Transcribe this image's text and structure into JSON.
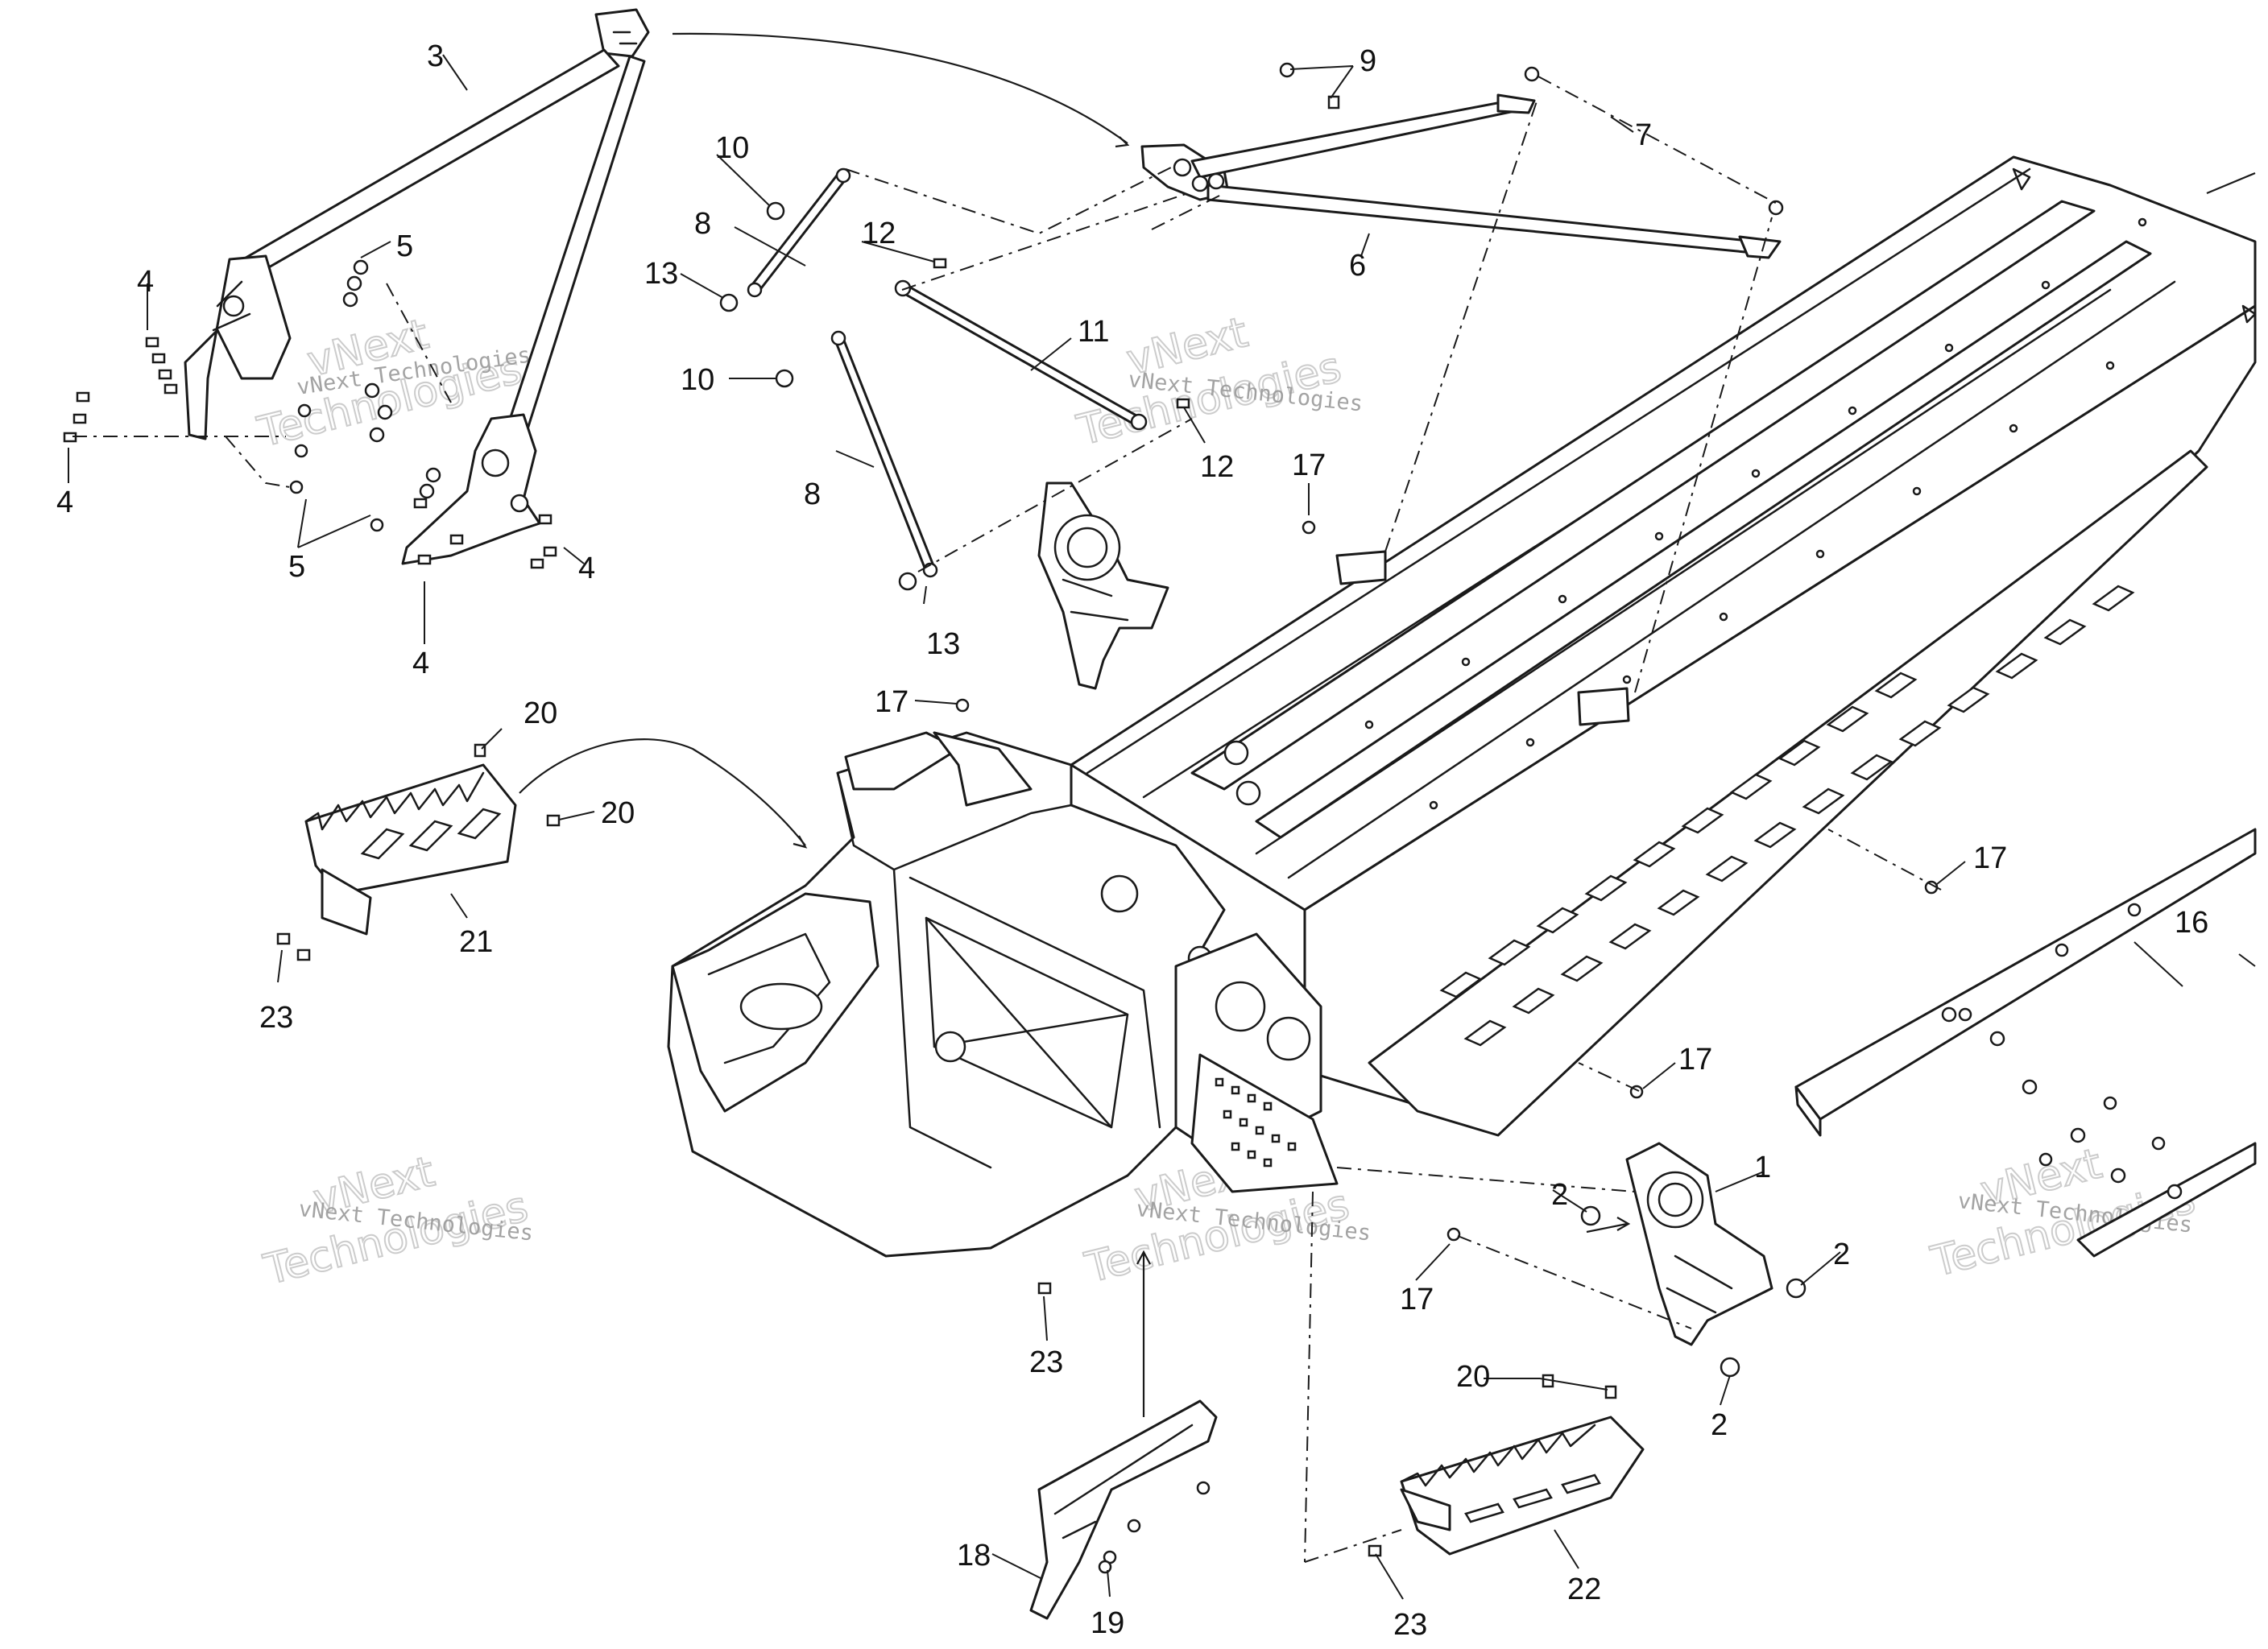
{
  "watermark": {
    "line1": "vNext",
    "line2": "Technologies",
    "combined": "vNext Technologies"
  },
  "callouts": [
    {
      "id": "c1",
      "label": "1"
    },
    {
      "id": "c2a",
      "label": "2"
    },
    {
      "id": "c2b",
      "label": "2"
    },
    {
      "id": "c2c",
      "label": "2"
    },
    {
      "id": "c3",
      "label": "3"
    },
    {
      "id": "c4a",
      "label": "4"
    },
    {
      "id": "c4b",
      "label": "4"
    },
    {
      "id": "c4c",
      "label": "4"
    },
    {
      "id": "c4d",
      "label": "4"
    },
    {
      "id": "c5a",
      "label": "5"
    },
    {
      "id": "c5b",
      "label": "5"
    },
    {
      "id": "c6",
      "label": "6"
    },
    {
      "id": "c7",
      "label": "7"
    },
    {
      "id": "c8a",
      "label": "8"
    },
    {
      "id": "c8b",
      "label": "8"
    },
    {
      "id": "c9",
      "label": "9"
    },
    {
      "id": "c10a",
      "label": "10"
    },
    {
      "id": "c10b",
      "label": "10"
    },
    {
      "id": "c11",
      "label": "11"
    },
    {
      "id": "c12a",
      "label": "12"
    },
    {
      "id": "c12b",
      "label": "12"
    },
    {
      "id": "c13a",
      "label": "13"
    },
    {
      "id": "c13b",
      "label": "13"
    },
    {
      "id": "c16",
      "label": "16"
    },
    {
      "id": "c17a",
      "label": "17"
    },
    {
      "id": "c17b",
      "label": "17"
    },
    {
      "id": "c17c",
      "label": "17"
    },
    {
      "id": "c17d",
      "label": "17"
    },
    {
      "id": "c17e",
      "label": "17"
    },
    {
      "id": "c18",
      "label": "18"
    },
    {
      "id": "c19",
      "label": "19"
    },
    {
      "id": "c20a",
      "label": "20"
    },
    {
      "id": "c20b",
      "label": "20"
    },
    {
      "id": "c20c",
      "label": "20"
    },
    {
      "id": "c21",
      "label": "21"
    },
    {
      "id": "c22",
      "label": "22"
    },
    {
      "id": "c23a",
      "label": "23"
    },
    {
      "id": "c23b",
      "label": "23"
    },
    {
      "id": "c23c",
      "label": "23"
    }
  ]
}
